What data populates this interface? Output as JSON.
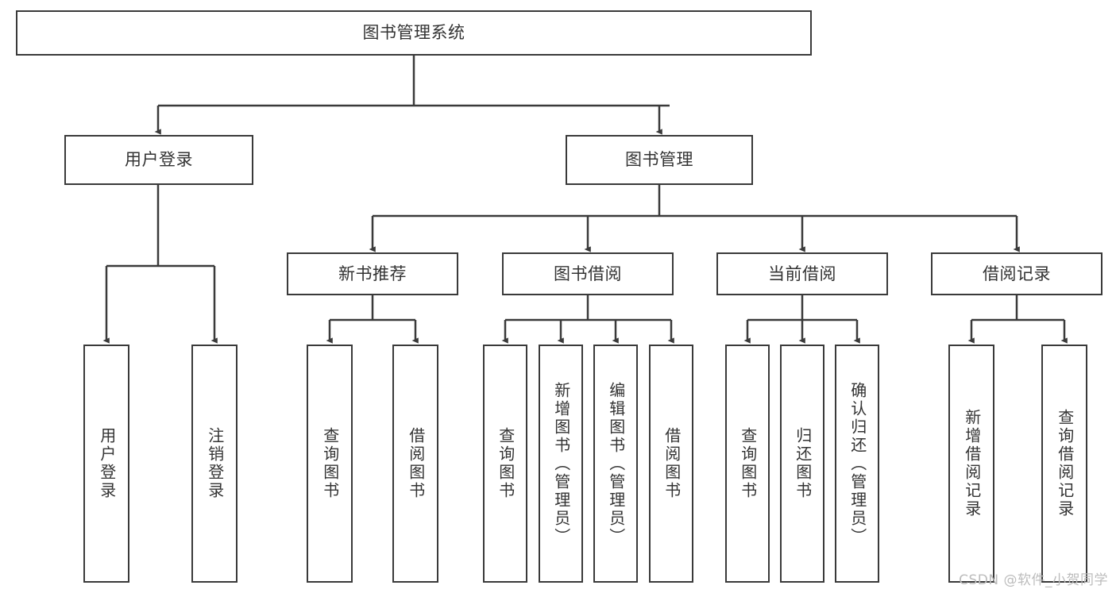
{
  "diagram": {
    "type": "tree",
    "title": "图书管理系统",
    "watermark": "CSDN @软件_小贺同学",
    "colors": {
      "box_border": "#3a3a3a",
      "box_fill": "#ffffff",
      "connector": "#3a3a3a",
      "text": "#333333",
      "watermark": "#bcbcbc"
    },
    "root": {
      "label": "图书管理系统"
    },
    "level2": [
      {
        "label": "用户登录"
      },
      {
        "label": "图书管理"
      }
    ],
    "level3": [
      {
        "label": "新书推荐"
      },
      {
        "label": "图书借阅"
      },
      {
        "label": "当前借阅"
      },
      {
        "label": "借阅记录"
      }
    ],
    "leaves": {
      "user_login": [
        {
          "label": "用户登录"
        },
        {
          "label": "注销登录"
        }
      ],
      "new_book_recommend": [
        {
          "label": "查询图书"
        },
        {
          "label": "借阅图书"
        }
      ],
      "book_borrow": [
        {
          "label": "查询图书"
        },
        {
          "label": "新增图书（管理员）"
        },
        {
          "label": "编辑图书（管理员）"
        },
        {
          "label": "借阅图书"
        }
      ],
      "current_borrow": [
        {
          "label": "查询图书"
        },
        {
          "label": "归还图书"
        },
        {
          "label": "确认归还（管理员）"
        }
      ],
      "borrow_record": [
        {
          "label": "新增借阅记录"
        },
        {
          "label": "查询借阅记录"
        }
      ]
    }
  }
}
